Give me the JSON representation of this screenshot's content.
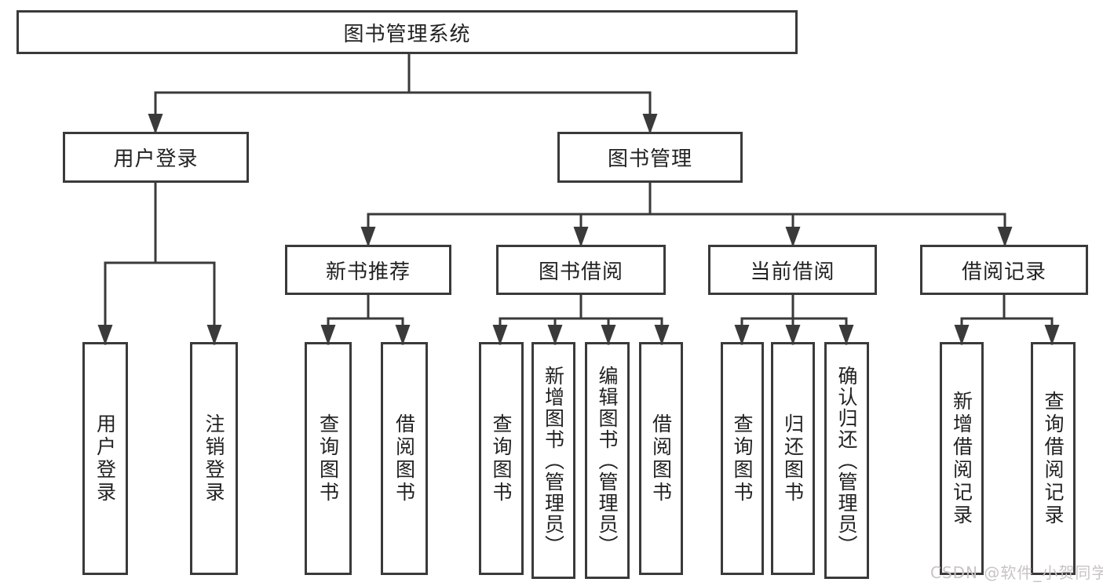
{
  "diagram": {
    "root": {
      "label": "图书管理系统"
    },
    "level2": [
      {
        "label": "用户登录"
      },
      {
        "label": "图书管理"
      }
    ],
    "level3": [
      {
        "label": "新书推荐"
      },
      {
        "label": "图书借阅"
      },
      {
        "label": "当前借阅"
      },
      {
        "label": "借阅记录"
      }
    ],
    "leaves": [
      {
        "label": "用户登录"
      },
      {
        "label": "注销登录"
      },
      {
        "label": "查询图书"
      },
      {
        "label": "借阅图书"
      },
      {
        "label": "查询图书"
      },
      {
        "label": "新增图书（管理员）"
      },
      {
        "label": "编辑图书（管理员）"
      },
      {
        "label": "借阅图书"
      },
      {
        "label": "查询图书"
      },
      {
        "label": "归还图书"
      },
      {
        "label": "确认归还（管理员）"
      },
      {
        "label": "新增借阅记录"
      },
      {
        "label": "查询借阅记录"
      }
    ],
    "colors": {
      "line": "#3a3a3a",
      "text": "#222222",
      "background": "#ffffff",
      "watermark": "#c9c3c5"
    },
    "watermark": {
      "text": "CSDN @软件_小贺同学"
    }
  }
}
